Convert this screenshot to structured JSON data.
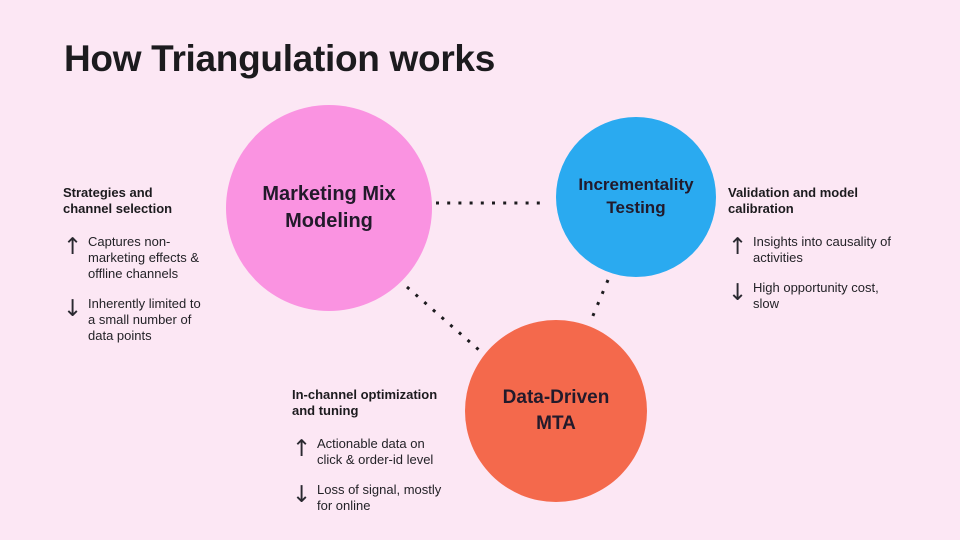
{
  "title": "How Triangulation works",
  "colors": {
    "bg": "#fce7f4",
    "pink": "#fa93e1",
    "blue": "#2aaaf0",
    "orange": "#f4694c",
    "ink": "#1c1b1e"
  },
  "circles": {
    "mmm": {
      "label": "Marketing Mix\nModeling"
    },
    "incrementality": {
      "label": "Incrementality\nTesting"
    },
    "mta": {
      "label": "Data-Driven\nMTA"
    }
  },
  "annotations": {
    "mmm": {
      "heading": "Strategies and\nchannel selection",
      "pro_icon": "↑",
      "pro_text": "Captures non-\nmarketing effects &\noffline channels",
      "con_icon": "↓",
      "con_text": "Inherently limited to\na small number of\ndata points"
    },
    "incrementality": {
      "heading": "Validation and model\ncalibration",
      "pro_icon": "↑",
      "pro_text": "Insights into causality of\nactivities",
      "con_icon": "↓",
      "con_text": "High opportunity cost,\nslow"
    },
    "mta": {
      "heading": "In-channel optimization\nand tuning",
      "pro_icon": "↑",
      "pro_text": "Actionable data on\nclick & order-id level",
      "con_icon": "↓",
      "con_text": "Loss of signal, mostly\nfor online"
    }
  }
}
